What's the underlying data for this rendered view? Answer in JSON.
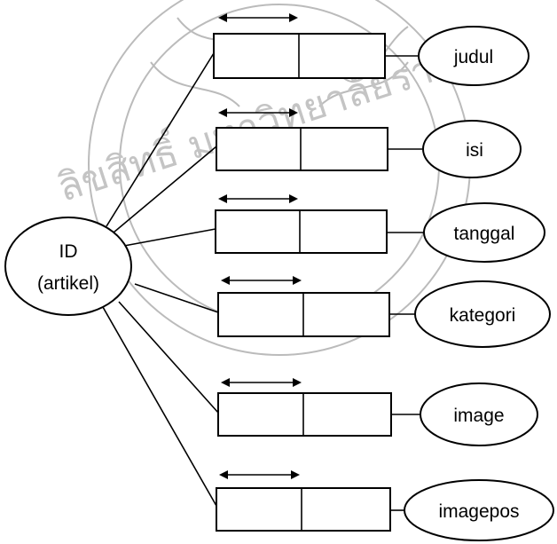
{
  "center": {
    "line1": "ID",
    "line2": "(artikel)"
  },
  "attributes": [
    {
      "label": "judul"
    },
    {
      "label": "isi"
    },
    {
      "label": "tanggal"
    },
    {
      "label": "kategori"
    },
    {
      "label": "image"
    },
    {
      "label": "imagepos"
    }
  ],
  "watermark": {
    "text": "ลิขสิทธิ์ มหาวิทยาลัยราชภัฏ"
  }
}
